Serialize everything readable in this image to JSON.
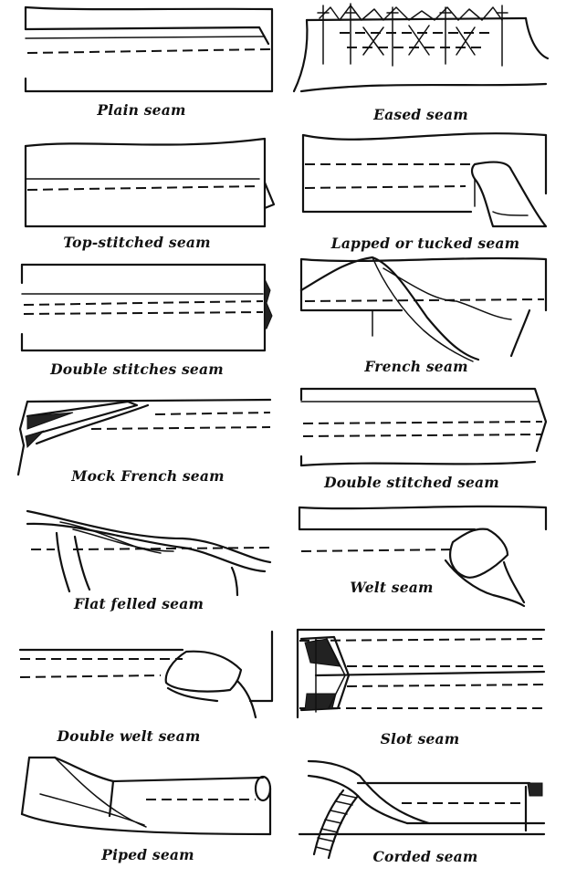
{
  "title": "",
  "seams": [
    {
      "id": "plain",
      "label": "Plain seam"
    },
    {
      "id": "eased",
      "label": "Eased seam"
    },
    {
      "id": "top-stitched",
      "label": "Top-stitched seam"
    },
    {
      "id": "lapped",
      "label": "Lapped or tucked seam"
    },
    {
      "id": "double-stitches",
      "label": "Double stitches seam"
    },
    {
      "id": "french",
      "label": "French seam"
    },
    {
      "id": "mock-french",
      "label": "Mock French seam"
    },
    {
      "id": "double-stitched",
      "label": "Double stitched seam"
    },
    {
      "id": "flat-felled",
      "label": "Flat felled seam"
    },
    {
      "id": "welt",
      "label": "Welt seam"
    },
    {
      "id": "double-welt",
      "label": "Double welt seam"
    },
    {
      "id": "slot",
      "label": "Slot seam"
    },
    {
      "id": "piped",
      "label": "Piped seam"
    },
    {
      "id": "corded",
      "label": "Corded seam"
    }
  ]
}
